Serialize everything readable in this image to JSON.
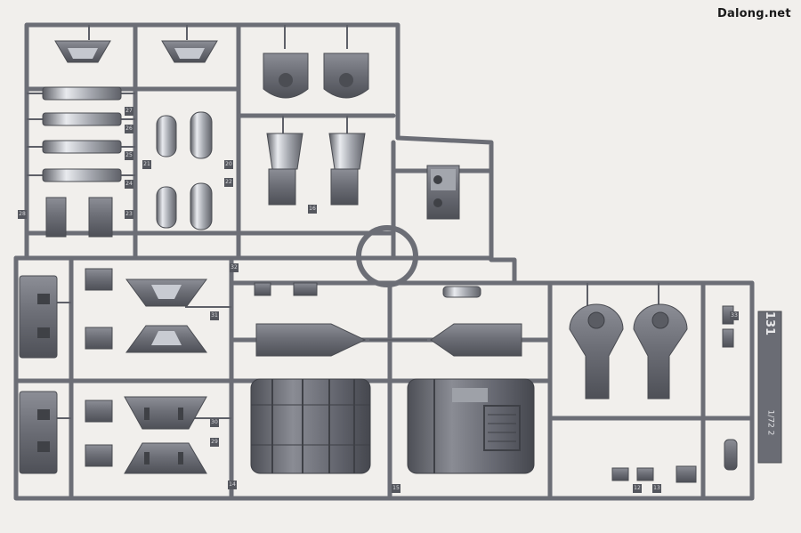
{
  "watermark": "Dalong.net",
  "sprue_tag": "131",
  "sprue_code": "1/72  2",
  "part_numbers": [
    "12",
    "13",
    "14",
    "15",
    "16",
    "20",
    "21",
    "22",
    "23",
    "24",
    "25",
    "26",
    "27",
    "28",
    "29",
    "30",
    "31",
    "32",
    "33"
  ],
  "colors": {
    "background": "#f1efec",
    "sprue": "#6c6e76",
    "sprue_shadow": "#4c4e55",
    "sprue_highlight": "#9a9ca4",
    "chrome": "#c9ccd2"
  }
}
